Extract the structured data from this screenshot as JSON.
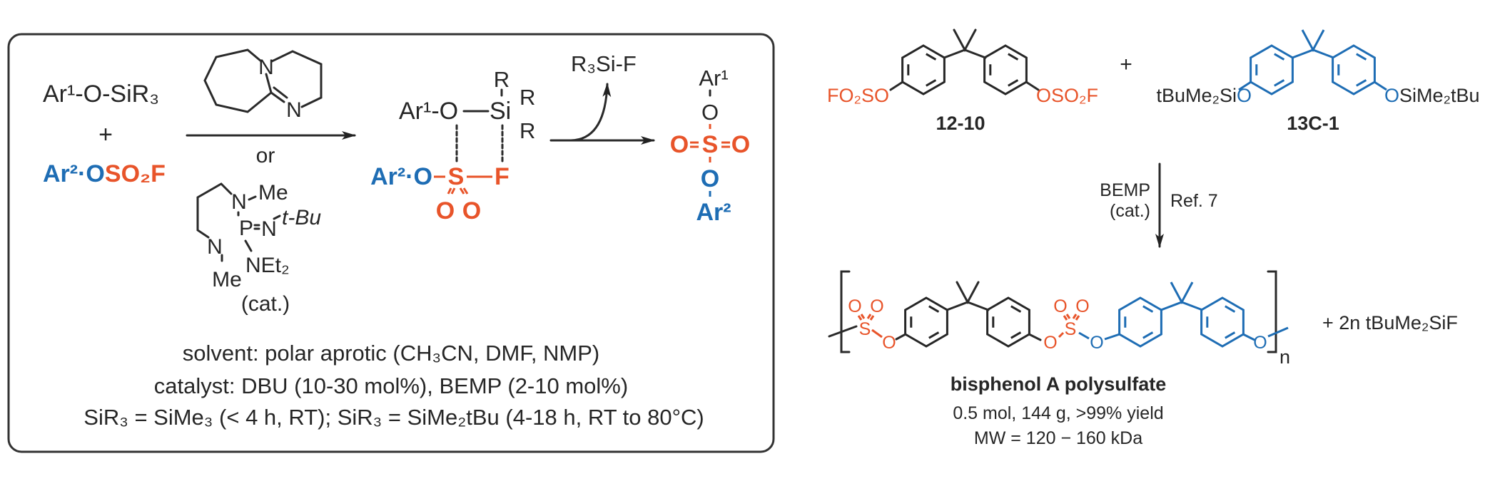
{
  "colors": {
    "sulfonyl": "#e8542a",
    "aryl2": "#1e6db4",
    "ink": "#262626"
  },
  "mechanism": {
    "reactant1": "Ar¹-O-SiR₃",
    "plus": "+",
    "reactant2_aryl": "Ar²·O",
    "reactant2_sf": "SO₂F",
    "dbu": {
      "n1": "N",
      "n2": "N"
    },
    "or": "or",
    "bemp": {
      "n_top": "N",
      "me_top": "Me",
      "p": "P",
      "n_imine": "N",
      "tbu": "t-Bu",
      "n_bottom": "N",
      "net2": "NEt₂",
      "me_bottom": "Me",
      "cat": "(cat.)"
    },
    "ts": {
      "ar1o": "Ar¹-O",
      "si": "Si",
      "r1": "R",
      "r2": "R",
      "r3": "R",
      "ar2o": "Ar²·O",
      "s": "S",
      "f": "F",
      "o1": "O",
      "o2": "O"
    },
    "byproduct": "R₃Si-F",
    "product": {
      "ar1": "Ar¹",
      "o_top": "O",
      "o_left": "O",
      "s": "S",
      "o_right": "O",
      "o_bottom": "O",
      "ar2": "Ar²"
    },
    "conditions": [
      "solvent:  polar aprotic (CH₃CN, DMF, NMP)",
      "catalyst: DBU (10-30 mol%), BEMP (2-10 mol%)",
      "SiR₃ = SiMe₃ (< 4 h, RT); SiR₃ = SiMe₂tBu (4-18 h, RT to 80°C)"
    ]
  },
  "polymerization": {
    "monomer1": {
      "left": "FO₂SO",
      "right": "OSO₂F",
      "label": "12-10"
    },
    "plus": "+",
    "monomer2": {
      "left_silyl": "tBuMe₂Si",
      "left_o": "O",
      "right_o": "O",
      "right_silyl": "SiMe₂tBu",
      "label": "13C-1"
    },
    "reagent": [
      "BEMP",
      "(cat.)"
    ],
    "reference": "Ref. 7",
    "polymer": {
      "s1": "S",
      "o1a": "O",
      "o1b": "O",
      "o1link": "O",
      "s2": "S",
      "o2a": "O",
      "o2b": "O",
      "o2left": "O",
      "o2right": "O",
      "o_end": "O",
      "n": "n"
    },
    "byproduct": "+  2n tBuMe₂SiF",
    "name": "bisphenol A polysulfate",
    "details": [
      "0.5 mol, 144 g, >99% yield",
      "MW = 120 − 160 kDa"
    ]
  }
}
